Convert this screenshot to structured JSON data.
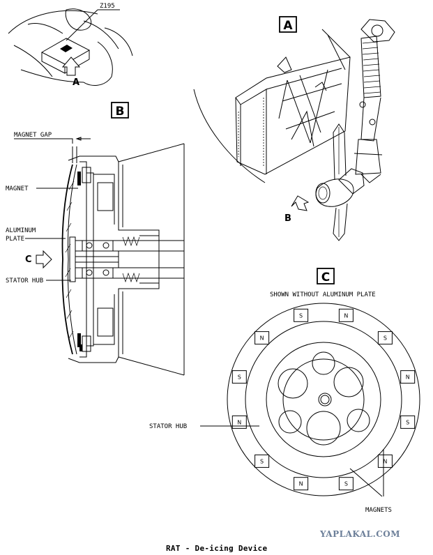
{
  "view_a": {
    "box_letter": "A",
    "ref_zone": "Z195",
    "arrow_letter": "A",
    "view_arrow": "B"
  },
  "view_b": {
    "box_letter": "B",
    "labels": {
      "magnet_gap": "MAGNET GAP",
      "magnet": "MAGNET",
      "aluminum_1": "ALUMINUM",
      "aluminum_2": "PLATE",
      "stator_hub": "STATOR HUB"
    },
    "view_arrow": "C"
  },
  "view_c": {
    "box_letter": "C",
    "subtitle": "SHOWN WITHOUT ALUMINUM PLATE",
    "stator_hub_label": "STATOR HUB",
    "magnets_label": "MAGNETS",
    "magnet_poles": [
      "S",
      "N",
      "S",
      "N",
      "S",
      "N",
      "S",
      "N",
      "S",
      "N",
      "S",
      "N"
    ]
  },
  "caption": "RAT - De-icing Device",
  "watermark": "YAPLAKAL.COM"
}
